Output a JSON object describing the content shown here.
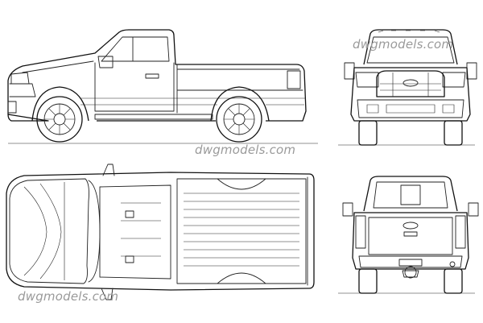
{
  "watermarks": {
    "side": "dwgmodels.com",
    "front": "dwgmodels.com",
    "top": "dwgmodels.com"
  },
  "colors": {
    "line": "#222222",
    "watermark": "#9a9a9a",
    "background": "#ffffff"
  }
}
